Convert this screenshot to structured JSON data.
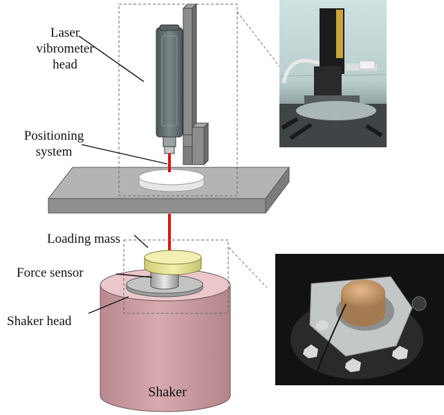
{
  "labels": {
    "laser_line1": "Laser",
    "laser_line2": "vibrometer",
    "laser_line3": "head",
    "positioning_line1": "Positioning",
    "positioning_line2": "system",
    "loading_mass": "Loading mass",
    "force_sensor": "Force sensor",
    "shaker_head": "Shaker head",
    "shaker": "Shaker"
  },
  "colors": {
    "laser_beam": "#e01010",
    "platform": "#a8a8a8",
    "shaker_body": "#c99a9f",
    "loading_mass": "#e9e79a",
    "positioning_system": "#8c8c8c",
    "vibrometer_head": "#5f6a6a"
  },
  "photos": {
    "top": "vibrometer-positioning-photo",
    "bottom": "shaker-loading-mass-photo"
  }
}
